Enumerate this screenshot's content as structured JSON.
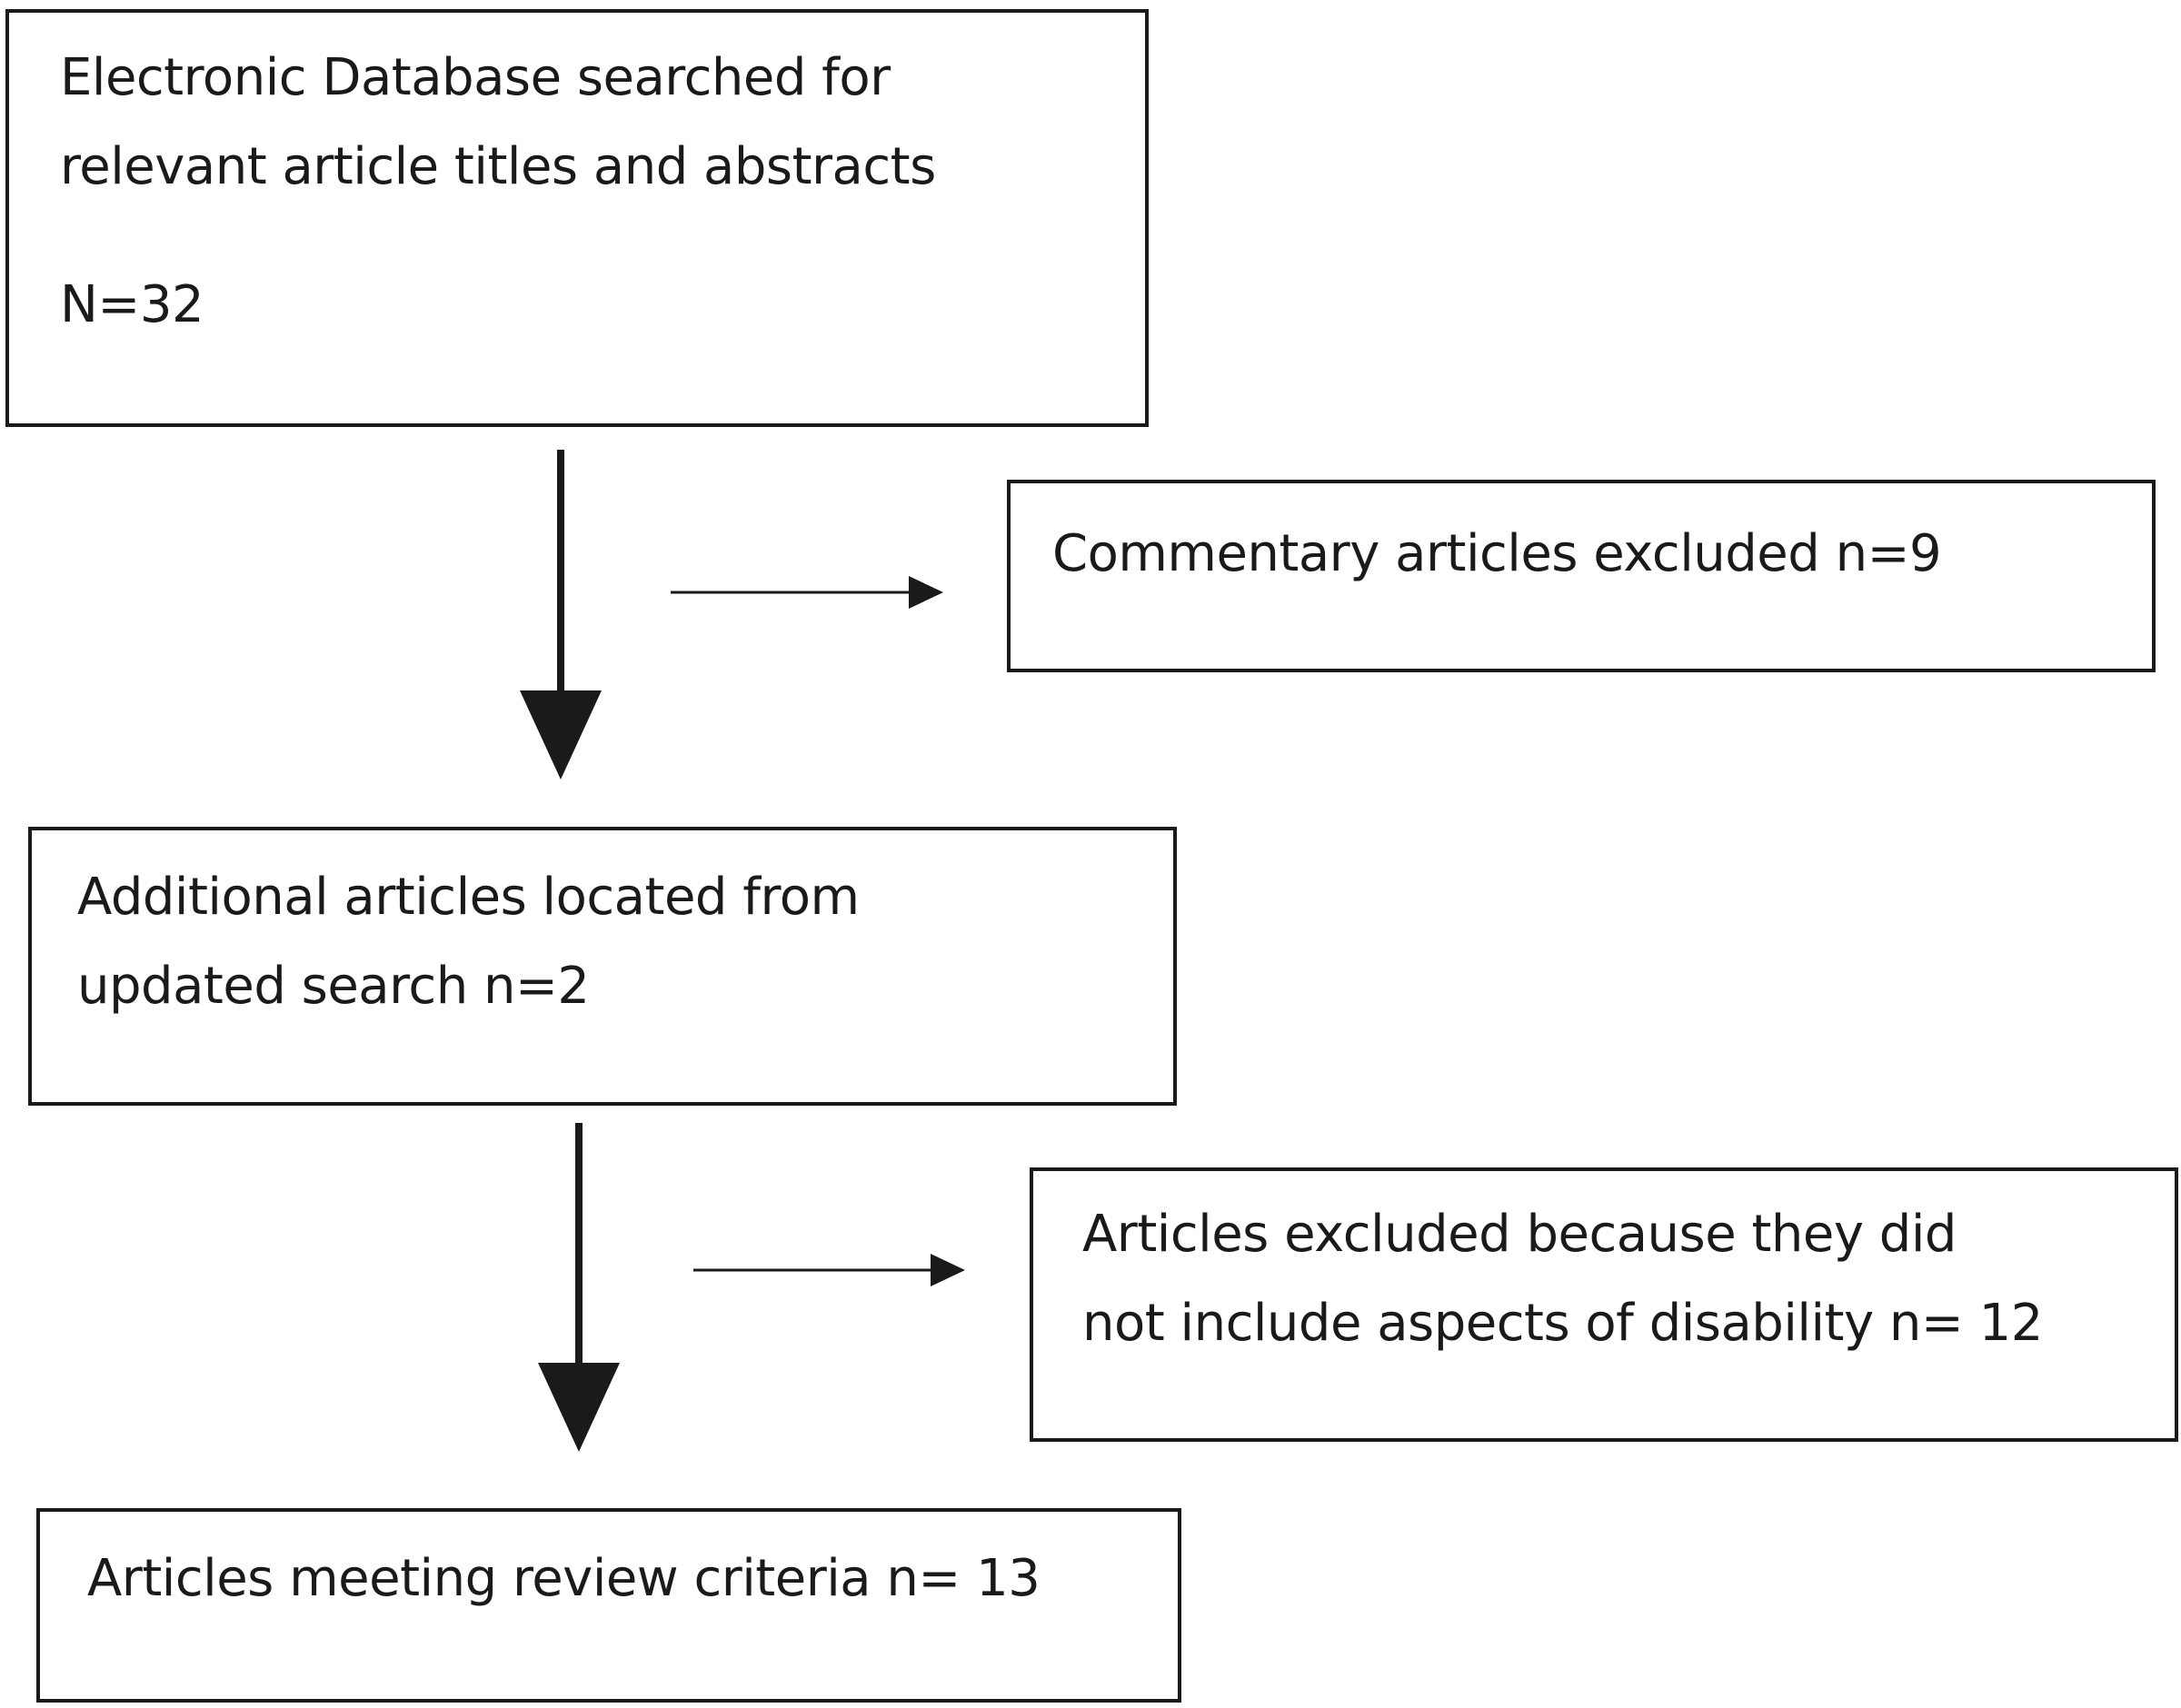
{
  "diagram": {
    "boxes": {
      "database": {
        "line1": "Electronic Database searched for",
        "line2": "relevant article titles and abstracts",
        "count": "N=32"
      },
      "commentary": {
        "line1": "Commentary articles excluded n=9"
      },
      "additional": {
        "line1": "Additional articles located from",
        "line2": "updated search n=2"
      },
      "disability": {
        "line1": "Articles excluded because they did",
        "line2": "not include aspects of disability n= 12"
      },
      "meeting": {
        "line1": "Articles meeting review criteria n= 13"
      }
    },
    "arrows": [
      {
        "from": "database",
        "to": "additional",
        "style": "thick"
      },
      {
        "from": "flow-1",
        "to": "commentary",
        "style": "thin"
      },
      {
        "from": "additional",
        "to": "meeting",
        "style": "thick"
      },
      {
        "from": "flow-2",
        "to": "disability",
        "style": "thin"
      }
    ],
    "colors": {
      "stroke": "#1a1a1a",
      "background": "#ffffff"
    }
  }
}
